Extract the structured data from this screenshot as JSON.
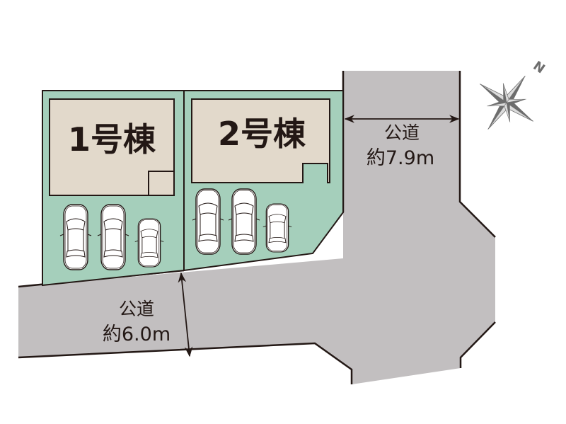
{
  "colors": {
    "road": "#c2bfc0",
    "lot": "#a5cfbb",
    "building": "#e2d9cb",
    "outline": "#231815",
    "car_fill": "#ffffff",
    "compass": "#6d6d6d"
  },
  "buildings": [
    {
      "label": "1号棟",
      "parking_spaces": 3
    },
    {
      "label": "2号棟",
      "parking_spaces": 3
    }
  ],
  "roads": [
    {
      "name": "公道",
      "width": "約7.9m",
      "orientation": "vertical"
    },
    {
      "name": "公道",
      "width": "約6.0m",
      "orientation": "horizontal"
    }
  ],
  "compass": {
    "label": "N",
    "icon": "compass-rose-icon"
  }
}
